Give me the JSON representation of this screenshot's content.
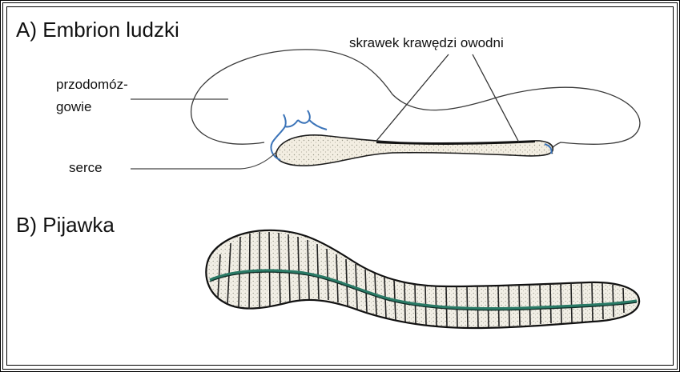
{
  "section_a": {
    "title": "A) Embrion ludzki",
    "labels": {
      "amnion_edge": "skrawek krawędzi owodni",
      "forebrain_line1": "przodomóz-",
      "forebrain_line2": "gowie",
      "heart": "serce"
    }
  },
  "section_b": {
    "title": "B) Pijawka"
  },
  "colors": {
    "outline": "#1a1a1a",
    "body_fill": "#efe9da",
    "accent_blue": "#3a73b8",
    "accent_green": "#2a7a66"
  }
}
